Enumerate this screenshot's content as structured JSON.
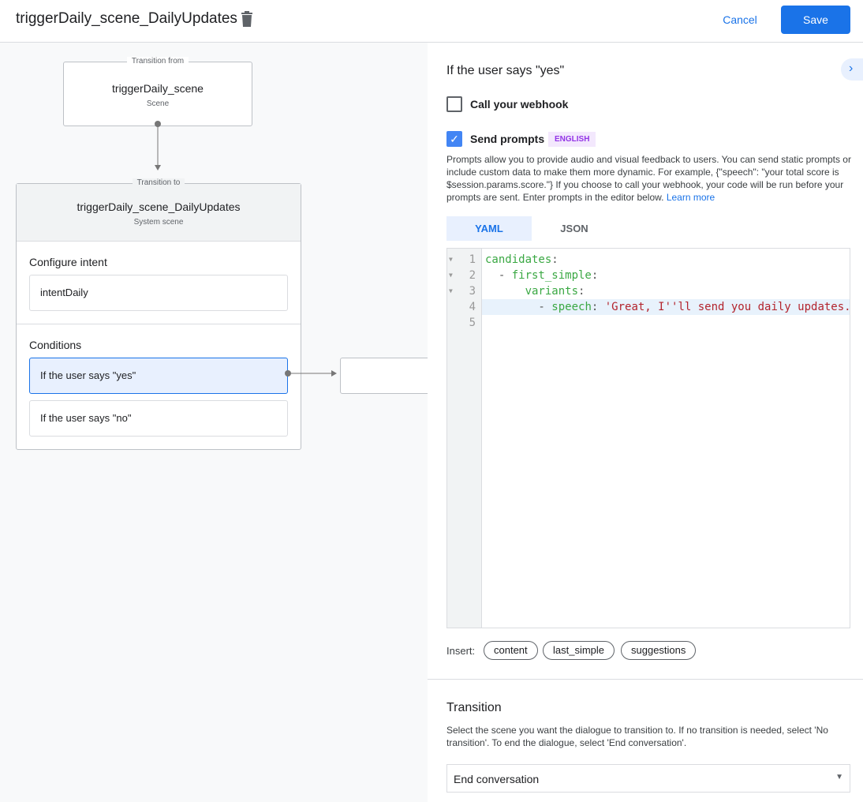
{
  "header": {
    "title": "triggerDaily_scene_DailyUpdates",
    "cancel": "Cancel",
    "save": "Save"
  },
  "canvas": {
    "from": {
      "caption": "Transition from",
      "name": "triggerDaily_scene",
      "sub": "Scene"
    },
    "to": {
      "caption": "Transition to",
      "name": "triggerDaily_scene_DailyUpdates",
      "sub": "System scene"
    },
    "intent_heading": "Configure intent",
    "intent": "intentDaily",
    "conditions_heading": "Conditions",
    "conditions": [
      "If the user says \"yes\"",
      "If the user says \"no\""
    ]
  },
  "panel": {
    "heading": "If the user says \"yes\"",
    "webhook_label": "Call your webhook",
    "webhook_checked": false,
    "prompts_label": "Send prompts",
    "prompts_checked": true,
    "language_badge": "ENGLISH",
    "description": "Prompts allow you to provide audio and visual feedback to users. You can send static prompts or include custom data to make them more dynamic. For example, {\"speech\": \"your total score is $session.params.score.\"} If you choose to call your webhook, your code will be run before your prompts are sent. Enter prompts in the editor below.",
    "learn_more": "Learn more",
    "tabs": [
      "YAML",
      "JSON"
    ],
    "active_tab": "YAML",
    "code_lines": [
      "1",
      "2",
      "3",
      "4",
      "5"
    ],
    "insert_label": "Insert:",
    "chips": [
      "content",
      "last_simple",
      "suggestions"
    ],
    "transition_heading": "Transition",
    "transition_desc": "Select the scene you want the dialogue to transition to. If no transition is needed, select 'No transition'. To end the dialogue, select 'End conversation'.",
    "transition_value": "End conversation"
  },
  "colors": {
    "accent": "#1a73e8",
    "selected": "#e8f0fe",
    "badge": "#f3e8fd"
  }
}
